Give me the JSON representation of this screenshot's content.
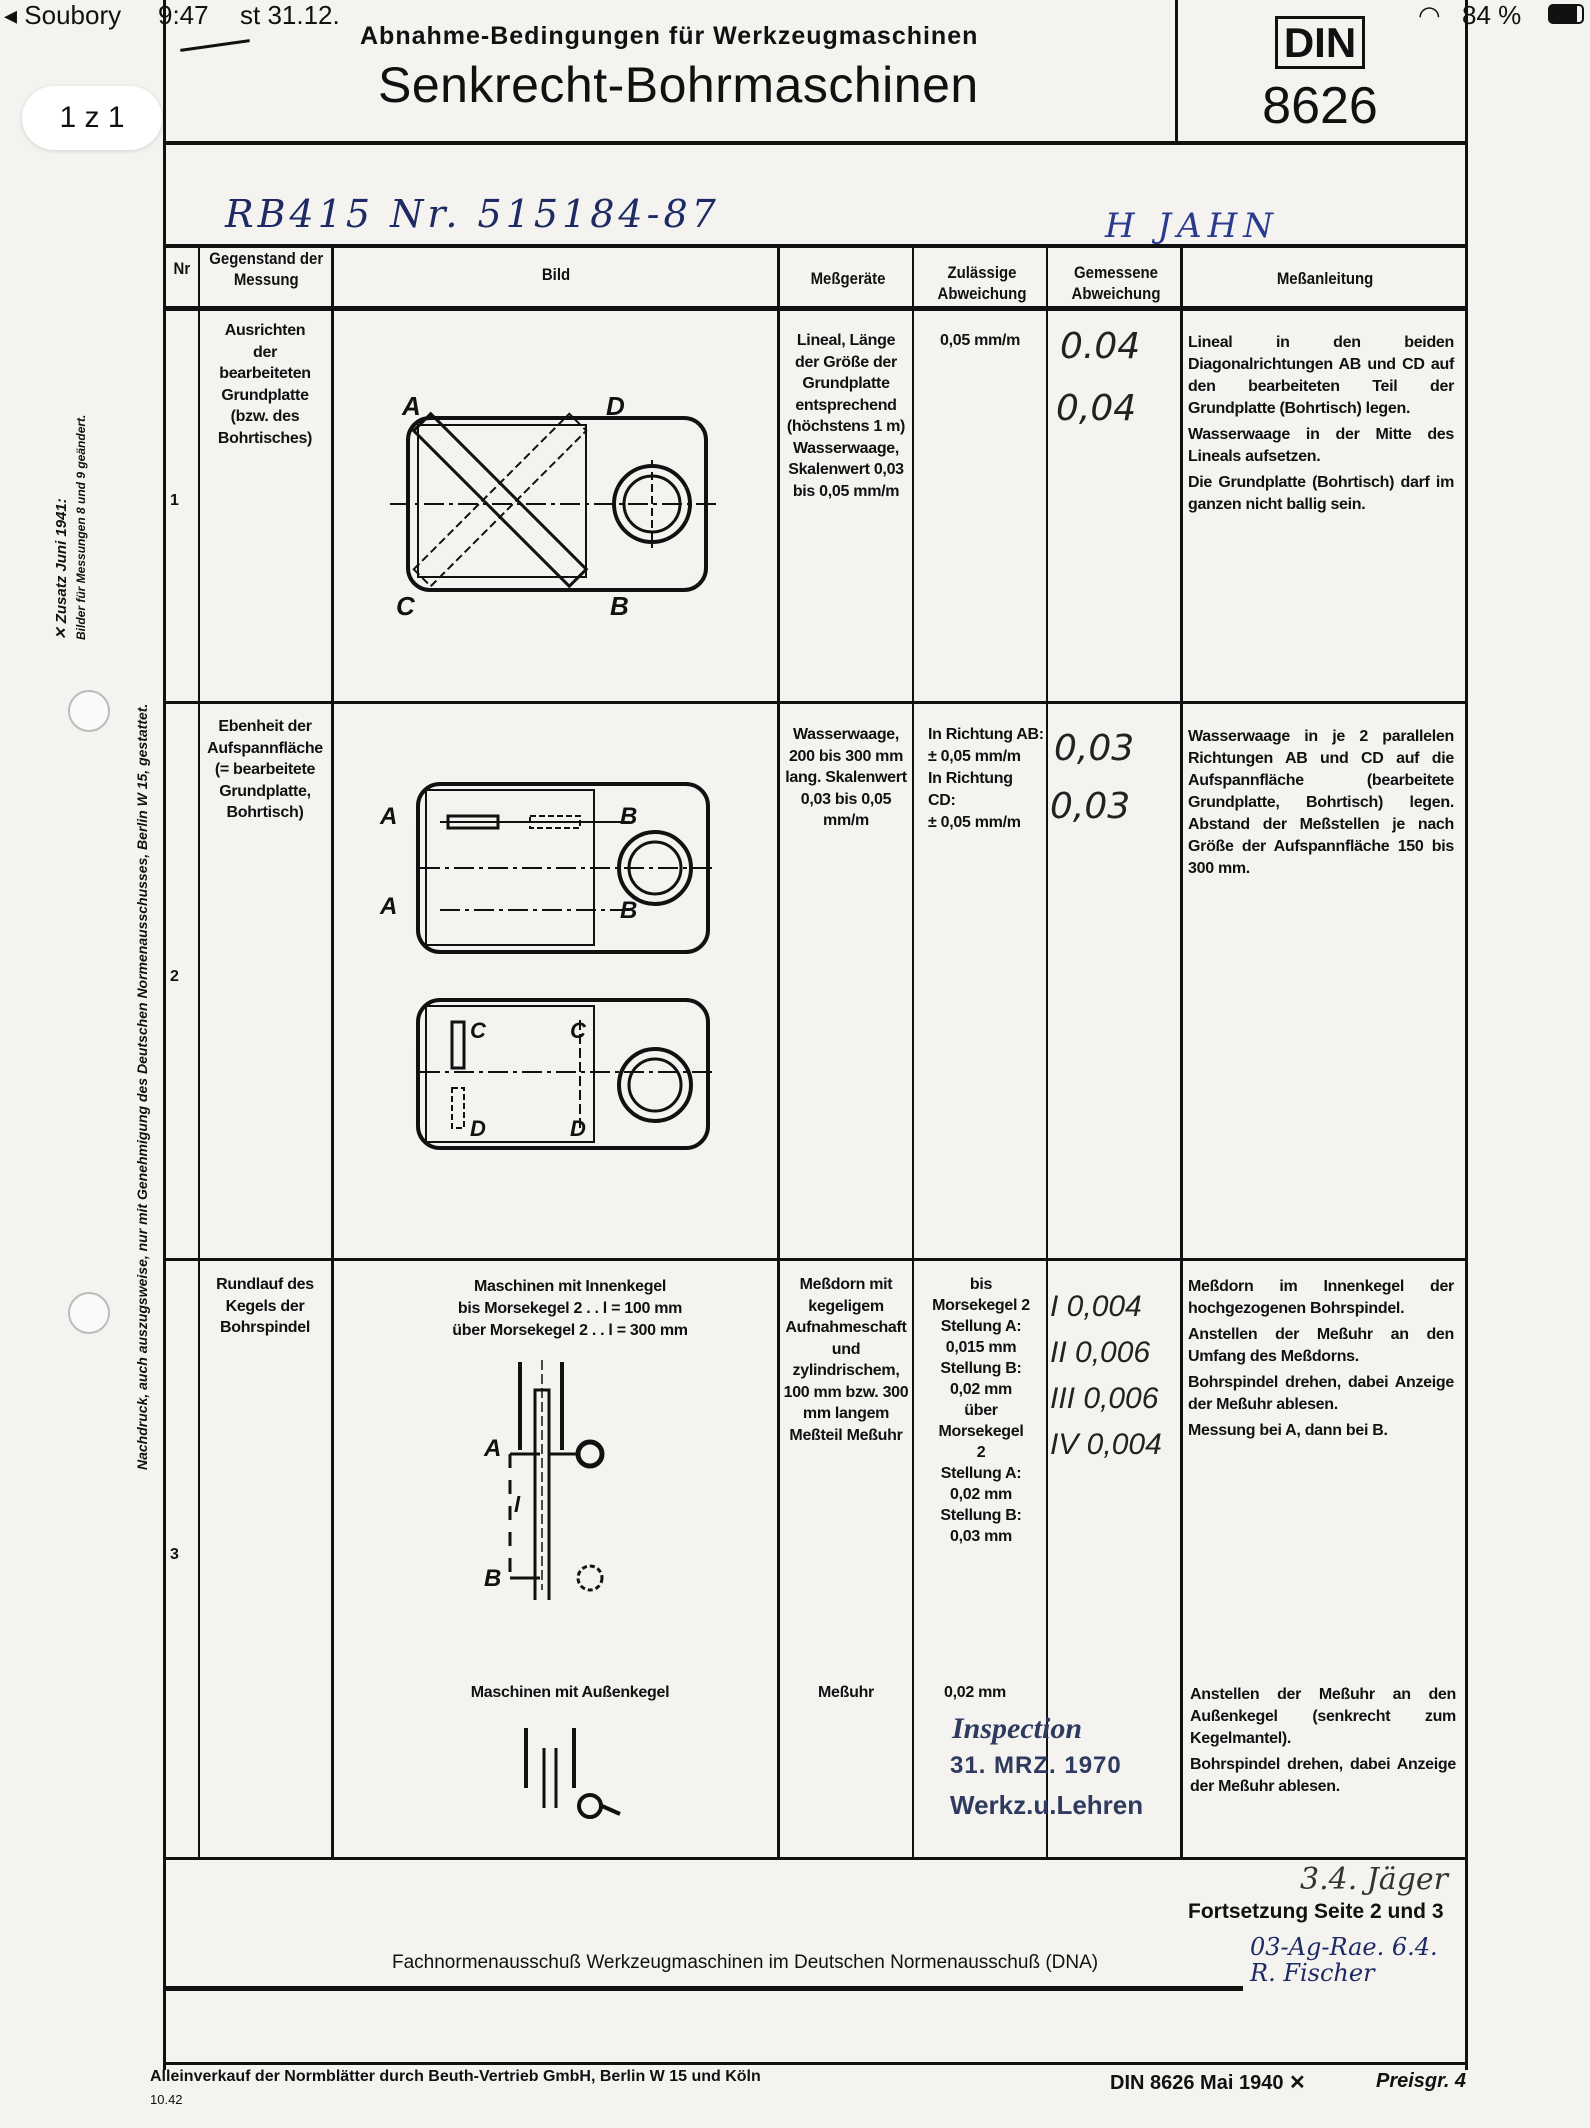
{
  "status_bar": {
    "back_app": "◂ Soubory",
    "time": "9:47",
    "date": "st 31.12.",
    "battery": "84 %"
  },
  "page_indicator": "1 z 1",
  "header": {
    "subtitle": "Abnahme-Bedingungen für Werkzeugmaschinen",
    "title": "Senkrecht-Bohrmaschinen",
    "standard": "DIN",
    "number": "8626"
  },
  "handwritten": {
    "machine": "RB415  Nr. 515184-87",
    "inspector": "H JAHN"
  },
  "side_text": {
    "addition": "✕ Zusatz Juni 1941:",
    "addition_note": "Bilder für Messungen 8 und 9 geändert.",
    "copyright": "Nachdruck, auch auszugsweise, nur mit Genehmigung des Deutschen Normenausschusses, Berlin W 15, gestattet."
  },
  "table": {
    "headers": [
      "Nr",
      "Gegenstand der Messung",
      "Bild",
      "Meßgeräte",
      "Zulässige Abweichung",
      "Gemessene Abweichung",
      "Meßanleitung"
    ],
    "rows": [
      {
        "nr": "1",
        "subject": "Ausrichten der bearbeiteten Grundplatte (bzw. des Bohrtisches)",
        "image_labels": [
          "A",
          "D",
          "C",
          "B"
        ],
        "instruments": "Lineal, Länge der Größe der Grundplatte entsprechend (höchstens 1 m) Wasserwaage, Skalenwert 0,03 bis 0,05 mm/m",
        "allowed": "0,05 mm/m",
        "measured": [
          "0.04",
          "0,04"
        ],
        "instructions": [
          "Lineal in den beiden Diagonalrichtungen AB und CD auf den bearbeiteten Teil der Grundplatte (Bohrtisch) legen.",
          "Wasserwaage in der Mitte des Lineals aufsetzen.",
          "Die Grundplatte (Bohrtisch) darf im ganzen nicht ballig sein."
        ]
      },
      {
        "nr": "2",
        "subject": "Ebenheit der Aufspannfläche (= bearbeitete Grundplatte, Bohrtisch)",
        "image_labels": [
          "A",
          "B",
          "A",
          "B",
          "C",
          "C",
          "D",
          "D"
        ],
        "instruments": "Wasserwaage, 200 bis 300 mm lang. Skalenwert 0,03 bis 0,05 mm/m",
        "allowed": [
          "In Richtung AB:",
          "± 0,05 mm/m",
          "In Richtung CD:",
          "± 0,05 mm/m"
        ],
        "measured": [
          "0,03",
          "0,03"
        ],
        "instructions": [
          "Wasserwaage in je 2 parallelen Richtungen AB und CD auf die Aufspannfläche (bearbeitete Grundplatte, Bohrtisch) legen. Abstand der Meßstellen je nach Größe der Aufspannfläche 150 bis 300 mm."
        ]
      },
      {
        "nr": "3",
        "subject": "Rundlauf des Kegels der Bohrspindel",
        "image_text": [
          "Maschinen mit Innenkegel",
          "bis Morsekegel 2 . . l = 100 mm",
          "über Morsekegel 2 . . l = 300 mm"
        ],
        "image_labels": [
          "A",
          "l",
          "B"
        ],
        "instruments": "Meßdorn mit kegeligem Aufnahmeschaft und zylindrischem, 100 mm bzw. 300 mm langem Meßteil Meßuhr",
        "allowed": [
          "bis",
          "Morsekegel 2",
          "Stellung A:",
          "0,015 mm",
          "Stellung B:",
          "0,02 mm",
          "über Morsekegel 2",
          "Stellung A:",
          "0,02 mm",
          "Stellung B:",
          "0,03 mm"
        ],
        "measured": [
          "I 0,004",
          "II 0,006",
          "III 0,006",
          "IV 0,004"
        ],
        "instructions": [
          "Meßdorn im Innenkegel der hochgezogenen Bohrspindel.",
          "Anstellen der Meßuhr an den Umfang des Meßdorns.",
          "Bohrspindel drehen, dabei Anzeige der Meßuhr ablesen.",
          "Messung bei A, dann bei B."
        ],
        "sub": {
          "image_text": "Maschinen mit Außenkegel",
          "instruments": "Meßuhr",
          "allowed": "0,02 mm",
          "instructions": [
            "Anstellen der Meßuhr an den Außenkegel (senkrecht zum Kegelmantel).",
            "Bohrspindel drehen, dabei Anzeige der Meßuhr ablesen."
          ]
        }
      }
    ]
  },
  "stamp": {
    "title": "Inspection",
    "date": "31. MRZ. 1970",
    "dept": "Werkz.u.Lehren"
  },
  "signatures": {
    "sig1": "3.4. Jäger",
    "sig2": "03-Ag-Rae. 6.4. R. Fischer"
  },
  "footer": {
    "continuation": "Fortsetzung Seite 2 und 3",
    "committee": "Fachnormenausschuß Werkzeugmaschinen im Deutschen Normenausschuß (DNA)",
    "sales": "Alleinverkauf der Normblätter durch Beuth-Vertrieb GmbH, Berlin W 15 und Köln",
    "code": "10.42",
    "din_date": "DIN 8626  Mai 1940 ✕",
    "price": "Preisgr. 4"
  }
}
